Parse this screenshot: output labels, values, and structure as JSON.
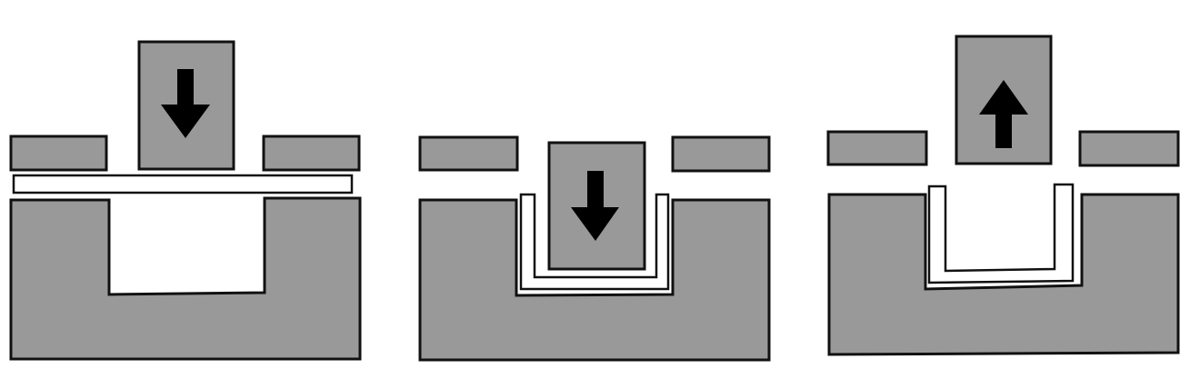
{
  "colors": {
    "part_fill": "#999999",
    "outline": "#111111",
    "sheet_fill": "#ffffff",
    "arrow": "#000000",
    "background": "#ffffff"
  },
  "stages": [
    {
      "id": "stage-1",
      "punch_arrow": "arrow-down-icon"
    },
    {
      "id": "stage-2",
      "punch_arrow": "arrow-down-icon"
    },
    {
      "id": "stage-3",
      "punch_arrow": "arrow-up-icon"
    }
  ]
}
